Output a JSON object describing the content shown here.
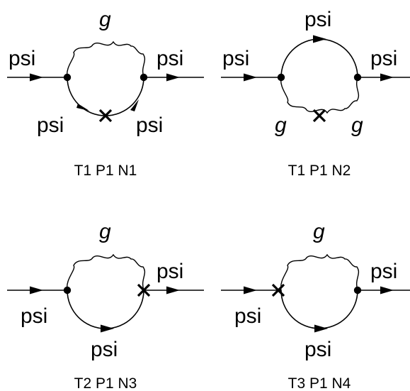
{
  "diagrams": [
    {
      "caption": "T1 P1 N1",
      "labels": {
        "in": "psi",
        "out": "psi",
        "top": "g",
        "bottom_left": "psi",
        "bottom_right": "psi"
      }
    },
    {
      "caption": "T1 P1 N2",
      "labels": {
        "in": "psi",
        "out": "psi",
        "top": "psi",
        "bottom_left": "g",
        "bottom_right": "g"
      }
    },
    {
      "caption": "T2 P1 N3",
      "labels": {
        "in": "psi",
        "out": "psi",
        "top": "g",
        "bottom": "psi"
      }
    },
    {
      "caption": "T3 P1 N4",
      "labels": {
        "in": "psi",
        "out": "psi",
        "top": "g",
        "bottom": "psi"
      }
    }
  ]
}
